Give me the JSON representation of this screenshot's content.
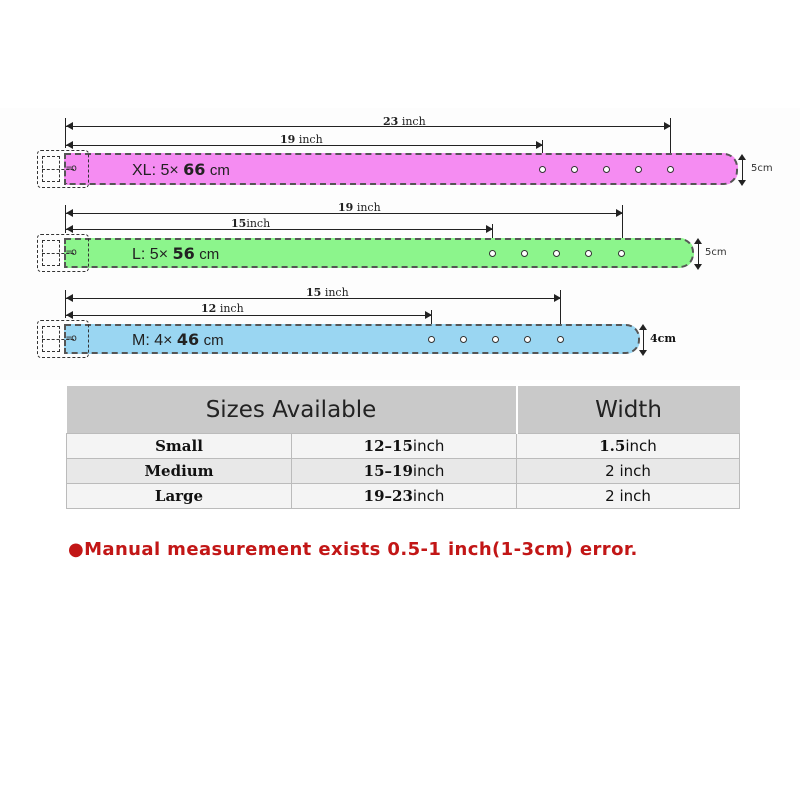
{
  "belts": [
    {
      "id": "xl",
      "label_prefix": "XL: 5×",
      "label_num": "66",
      "label_unit": "cm",
      "color": "#f58cf2",
      "width_label": "5cm",
      "measure_outer_num": "23",
      "measure_outer_unit": "inch",
      "measure_inner_num": "19",
      "measure_inner_unit": "inch"
    },
    {
      "id": "l",
      "label_prefix": "L: 5×",
      "label_num": "56",
      "label_unit": "cm",
      "color": "#8cf58c",
      "width_label": "5cm",
      "measure_outer_num": "19",
      "measure_outer_unit": "inch",
      "measure_inner_num": "15",
      "measure_inner_unit": "inch"
    },
    {
      "id": "m",
      "label_prefix": "M: 4×",
      "label_num": "46",
      "label_unit": "cm",
      "color": "#9ad6f2",
      "width_label": "4cm",
      "measure_outer_num": "15",
      "measure_outer_unit": "inch",
      "measure_inner_num": "12",
      "measure_inner_unit": "inch"
    }
  ],
  "table": {
    "header_sizes": "Sizes Available",
    "header_width": "Width",
    "rows": [
      {
        "size": "Small",
        "range_num": "12–15",
        "range_unit": "inch",
        "width_num": "1.5",
        "width_unit": "inch"
      },
      {
        "size": "Medium",
        "range_num": "15–19",
        "range_unit": "inch",
        "width_num": "2",
        "width_unit": "inch"
      },
      {
        "size": "Large",
        "range_num": "19–23",
        "range_unit": "inch",
        "width_num": "2",
        "width_unit": "inch"
      }
    ]
  },
  "note": "●Manual measurement exists 0.5-1 inch(1-3cm) error."
}
